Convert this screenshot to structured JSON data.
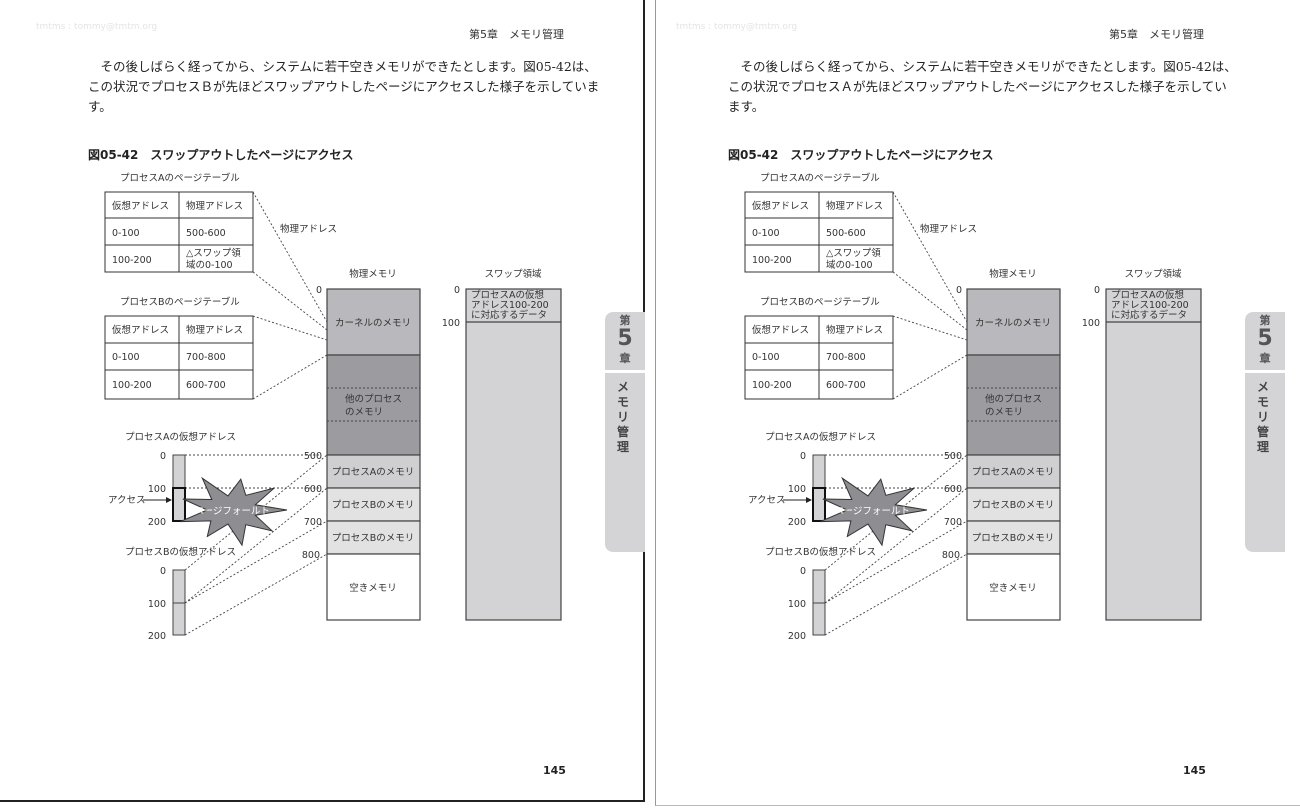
{
  "watermark": "tmtms : tommy@tmtm.org",
  "pages": [
    {
      "header": "第5章　メモリ管理",
      "paragraph": [
        "　その後しばらく経ってから、システムに若干空きメモリができたとします。図05-42は、",
        "この状況でプロセスＢが先ほどスワップアウトしたページにアクセスした様子を示していま",
        "す。"
      ],
      "page_number": "145"
    },
    {
      "header": "第5章　メモリ管理",
      "paragraph": [
        "　その後しばらく経ってから、システムに若干空きメモリができたとします。図05-42は、",
        "この状況でプロセスＡが先ほどスワップアウトしたページにアクセスした様子を示してい",
        "ます。"
      ],
      "page_number": "145"
    }
  ],
  "figure": {
    "caption": "図05-42　スワップアウトしたページにアクセス",
    "table_a_title": "プロセスAのページテーブル",
    "table_b_title": "プロセスBのページテーブル",
    "col_virtual": "仮想アドレス",
    "col_physical": "物理アドレス",
    "table_a_rows": [
      [
        "0-100",
        "500-600"
      ],
      [
        "100-200",
        "△スワップ領",
        "域の0-100"
      ]
    ],
    "table_b_rows": [
      [
        "0-100",
        "700-800"
      ],
      [
        "100-200",
        "600-700"
      ]
    ],
    "physical_address_label": "物理アドレス",
    "physical_memory_title": "物理メモリ",
    "swap_title": "スワップ領域",
    "phys_ticks": [
      "0",
      "500",
      "600",
      "700",
      "800"
    ],
    "swap_ticks": [
      "0",
      "100"
    ],
    "kernel_memory": "カーネルのメモリ",
    "other_memory": [
      "他のプロセス",
      "のメモリ"
    ],
    "proc_a_memory": "プロセスAのメモリ",
    "proc_b_memory_1": "プロセスBのメモリ",
    "proc_b_memory_2": "プロセスBのメモリ",
    "free_memory": "空きメモリ",
    "swap_data": [
      "プロセスAの仮想",
      "アドレス100-200",
      "に対応するデータ"
    ],
    "va_a_title": "プロセスAの仮想アドレス",
    "va_b_title": "プロセスBの仮想アドレス",
    "va_ticks": [
      "0",
      "100",
      "200"
    ],
    "access_label": "アクセス",
    "page_fault": "ページフォールト"
  },
  "side_tab": {
    "chapter_prefix": "第",
    "chapter_number": "5",
    "chapter_suffix": "章",
    "title": "メモリ管理"
  },
  "colors": {
    "kernel": "#b9b9bd",
    "other": "#9c9c a0",
    "proc_a": "#cfcfd1",
    "proc_b": "#e2e2e3",
    "swap": "#d3d3d5",
    "burst": "#8e8e92"
  }
}
